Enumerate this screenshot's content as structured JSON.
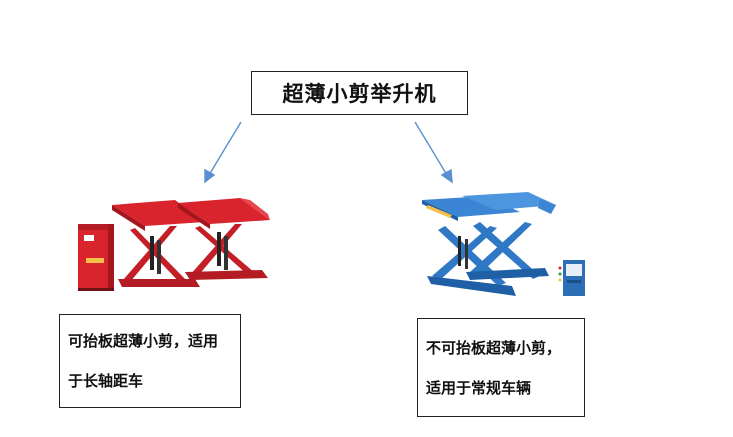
{
  "title": "超薄小剪举升机",
  "left_caption": {
    "line1": "可抬板超薄小剪，适用",
    "line2": "于长轴距车"
  },
  "right_caption": {
    "line1": "不可抬板超薄小剪，",
    "line2": "适用于常规车辆"
  },
  "colors": {
    "arrow": "#5b8fd1",
    "left_lift": "#d9232d",
    "right_lift": "#3a86d4"
  },
  "images": {
    "left": "red-scissor-lift-with-control-cabinet",
    "right": "blue-scissor-lift-with-control-box"
  }
}
